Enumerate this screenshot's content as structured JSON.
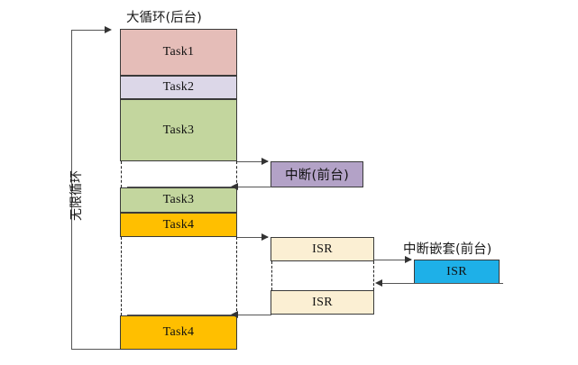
{
  "diagram": {
    "title_main": "大循环(后台)",
    "title_interrupt": "中断(前台)",
    "title_nested": "中断嵌套(前台)",
    "loop_label": "无限循环",
    "caption": "",
    "colors": {
      "task1": "#e5bdb8",
      "task2": "#dcd7e8",
      "task3": "#c3d69e",
      "task4": "#ffbf00",
      "interrupt": "#b3a2c7",
      "isr": "#fbefd3",
      "isr_nested": "#1eb0e8",
      "stroke": "#3a3a3a",
      "line": "#555555"
    },
    "blocks": {
      "task1": "Task1",
      "task2": "Task2",
      "task3_a": "Task3",
      "task3_b": "Task3",
      "task4_a": "Task4",
      "task4_b": "Task4",
      "interrupt": "中断(前台)",
      "isr_top": "ISR",
      "isr_bottom": "ISR",
      "isr_nested": "ISR"
    }
  }
}
